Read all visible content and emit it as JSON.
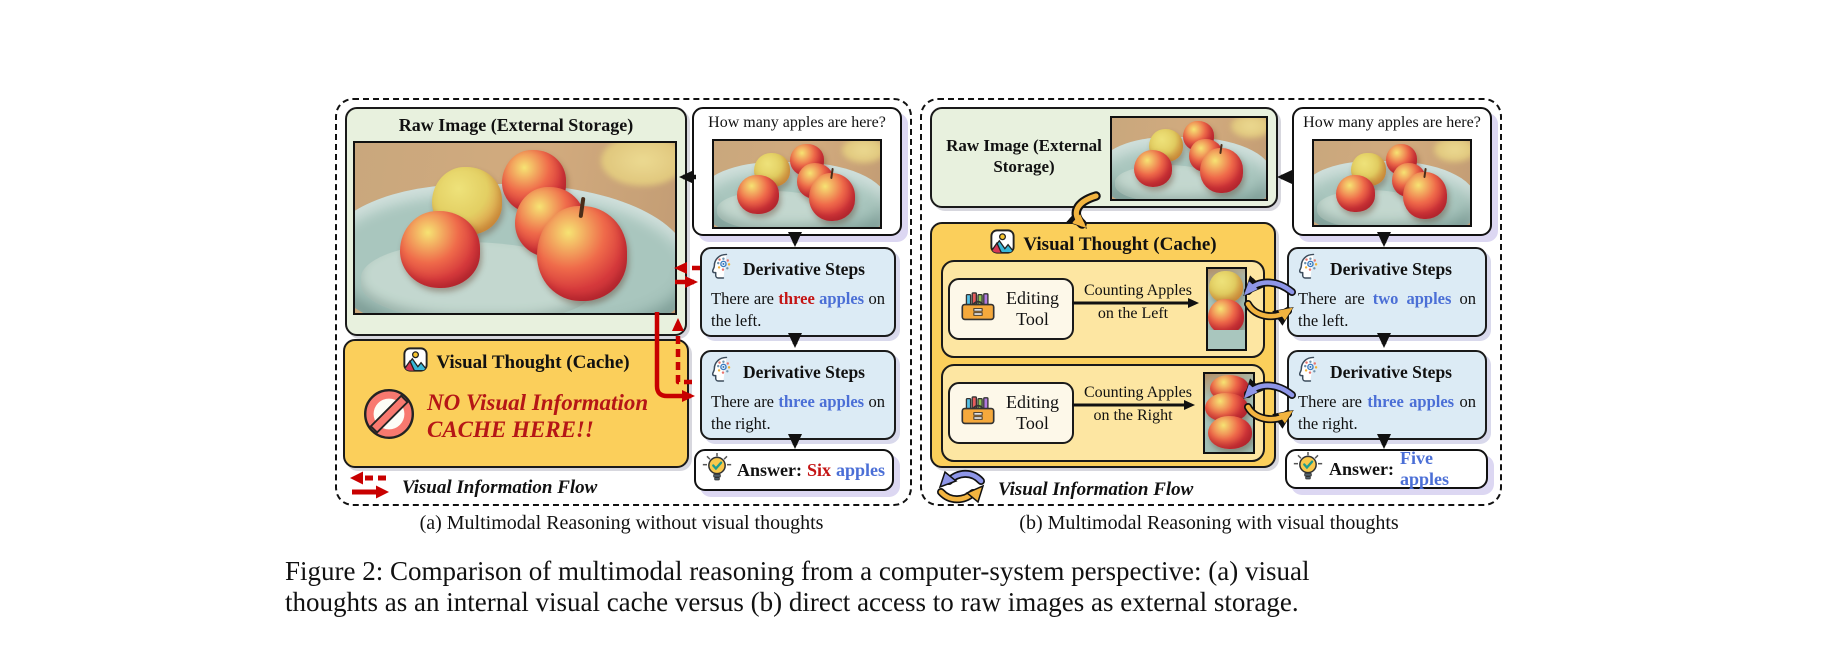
{
  "figure_caption": {
    "line1": "Figure 2: Comparison of multimodal reasoning from a computer-system perspective: (a) visual",
    "line2": "thoughts as an internal visual cache versus (b) direct access to raw images as external storage."
  },
  "panel_a": {
    "caption": "(a) Multimodal Reasoning without visual thoughts",
    "raw_image": {
      "title": "Raw Image (External Storage)"
    },
    "question_box": {
      "question": "How many apples are here?"
    },
    "derivative_step_1": {
      "title": "Derivative Steps",
      "text_prefix": "There are",
      "count_word": "three",
      "object_word": "apples",
      "text_suffix": "on the left."
    },
    "derivative_step_2": {
      "title": "Derivative Steps",
      "text_prefix": "There are",
      "highlight": "three apples",
      "text_suffix": "on the right."
    },
    "visual_thought": {
      "title": "Visual Thought (Cache)",
      "warning_line1": "NO Visual Information",
      "warning_line2": "CACHE HERE!!"
    },
    "answer_box": {
      "label": "Answer:",
      "count_word": "Six",
      "object_word": "apples"
    },
    "legend": {
      "label": "Visual Information Flow"
    }
  },
  "panel_b": {
    "caption": "(b) Multimodal Reasoning with visual thoughts",
    "raw_image": {
      "title": "Raw Image (External Storage)"
    },
    "question_box": {
      "question": "How many apples are here?"
    },
    "visual_thought": {
      "title": "Visual Thought (Cache)",
      "edit_step_1": {
        "tool_label": "Editing Tool",
        "action_line1": "Counting Apples",
        "action_line2": "on the Left"
      },
      "edit_step_2": {
        "tool_label": "Editing Tool",
        "action_line1": "Counting Apples",
        "action_line2": "on the Right"
      }
    },
    "derivative_step_1": {
      "title": "Derivative Steps",
      "text_prefix": "There are",
      "highlight": "two apples",
      "text_suffix": "on the left."
    },
    "derivative_step_2": {
      "title": "Derivative Steps",
      "text_prefix": "There are",
      "highlight": "three apples",
      "text_suffix": "on the right."
    },
    "answer_box": {
      "label": "Answer:",
      "answer": "Five apples"
    },
    "legend": {
      "label": "Visual Information Flow"
    }
  },
  "colors": {
    "box_green": "#e8f1de",
    "box_orange": "#fbcf5b",
    "box_inner_yellow": "#fde6a2",
    "box_blue": "#dcebf5",
    "highlight_red": "#c41414",
    "highlight_blue": "#4b6fd6",
    "warning_red": "#b51616",
    "arrow_red": "#c80000",
    "arrow_blue": "#8e96e8",
    "arrow_yellow": "#f2b440"
  }
}
